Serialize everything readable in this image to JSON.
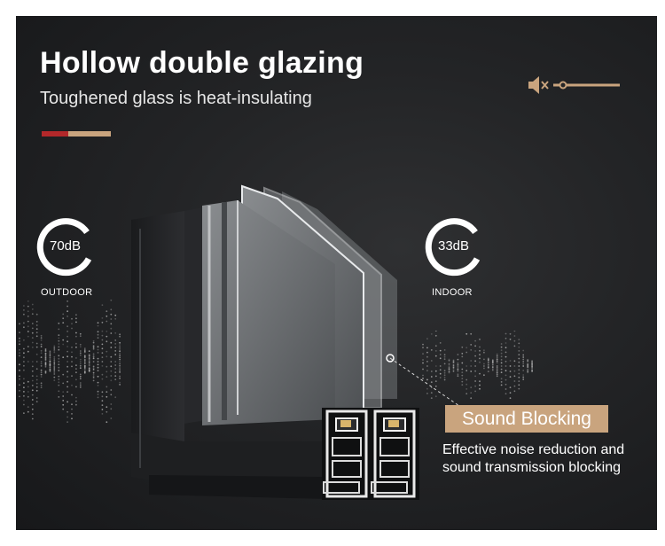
{
  "header": {
    "title": "Hollow double glazing",
    "subtitle": "Toughened glass is heat-insulating"
  },
  "colors": {
    "accent_red": "#b3282a",
    "accent_tan": "#c9a47e",
    "background": "#242527"
  },
  "icons": [
    "speaker-mute-icon",
    "volume-slider-icon"
  ],
  "volume": {
    "level": 0.0
  },
  "outdoor": {
    "value": "70dB",
    "label": "OUTDOOR"
  },
  "indoor": {
    "value": "33dB",
    "label": "INDOOR"
  },
  "feature": {
    "title": "Sound Blocking",
    "description_line1": "Effective noise reduction and",
    "description_line2": "sound transmission blocking"
  }
}
